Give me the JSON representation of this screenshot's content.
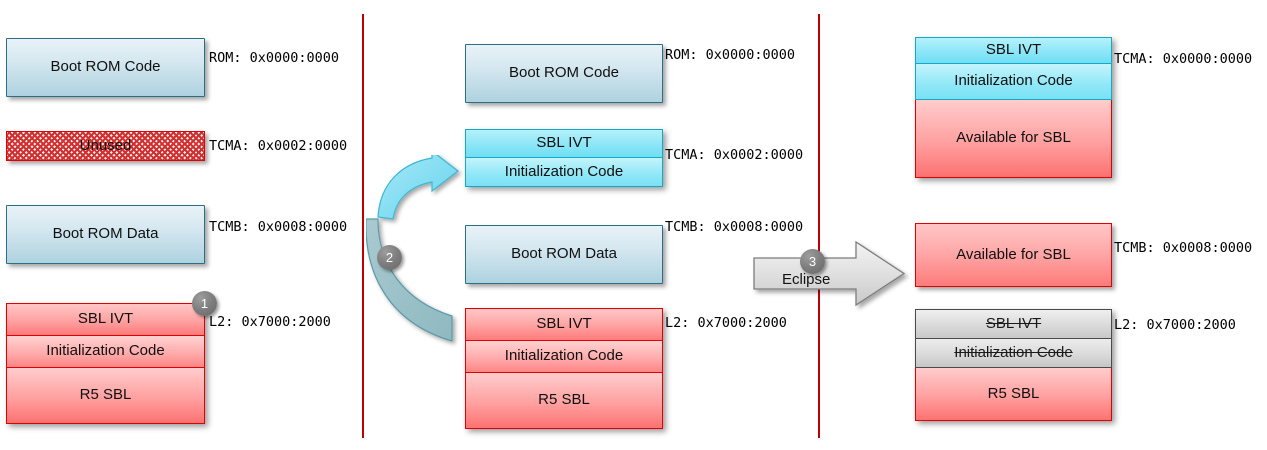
{
  "diagram": {
    "title": "R5 SBL memory relocation stages",
    "colors": {
      "divider": "#c00000",
      "rom_blue": "#aed2e0",
      "sbl_cyan": "#8ce6f7",
      "sbl_red": "#fd7b7b",
      "eclipsed_grey": "#dcdcdc",
      "badge_grey": "#7e7e7e",
      "curved_arrow": "#8cdcee"
    },
    "stages": [
      {
        "id": "stage-1",
        "badge": "1",
        "blocks": [
          {
            "label": "Boot ROM Code",
            "style": "rom"
          },
          {
            "label": "Unused",
            "style": "hatch"
          },
          {
            "label": "Boot ROM Data",
            "style": "rom"
          },
          {
            "label": "SBL IVT",
            "style": "red"
          },
          {
            "label": "Initialization Code",
            "style": "red"
          },
          {
            "label": "R5 SBL",
            "style": "red"
          }
        ],
        "addresses": [
          {
            "text": "ROM: 0x0000:0000"
          },
          {
            "text": "TCMA: 0x0002:0000"
          },
          {
            "text": "TCMB: 0x0008:0000"
          },
          {
            "text": "L2: 0x7000:2000"
          }
        ]
      },
      {
        "id": "stage-2",
        "badge": "2",
        "blocks": [
          {
            "label": "Boot ROM Code",
            "style": "rom"
          },
          {
            "label": "SBL IVT",
            "style": "cyan"
          },
          {
            "label": "Initialization Code",
            "style": "cyan"
          },
          {
            "label": "Boot ROM Data",
            "style": "rom"
          },
          {
            "label": "SBL IVT",
            "style": "red"
          },
          {
            "label": "Initialization Code",
            "style": "red"
          },
          {
            "label": "R5 SBL",
            "style": "red"
          }
        ],
        "addresses": [
          {
            "text": "ROM: 0x0000:0000"
          },
          {
            "text": "TCMA: 0x0002:0000"
          },
          {
            "text": "TCMB: 0x0008:0000"
          },
          {
            "text": "L2: 0x7000:2000"
          }
        ]
      },
      {
        "id": "stage-3",
        "badge": "3",
        "arrow_label": "Eclipse",
        "blocks": [
          {
            "label": "SBL IVT",
            "style": "cyan"
          },
          {
            "label": "Initialization Code",
            "style": "cyan"
          },
          {
            "label": "Available for SBL",
            "style": "red"
          },
          {
            "label": "Available for SBL",
            "style": "red"
          },
          {
            "label": "SBL IVT",
            "style": "grey-struck"
          },
          {
            "label": "Initialization Code",
            "style": "grey-struck"
          },
          {
            "label": "R5 SBL",
            "style": "red"
          }
        ],
        "addresses": [
          {
            "text": "TCMA: 0x0000:0000"
          },
          {
            "text": "TCMB: 0x0008:0000"
          },
          {
            "text": "L2: 0x7000:2000"
          }
        ]
      }
    ]
  }
}
